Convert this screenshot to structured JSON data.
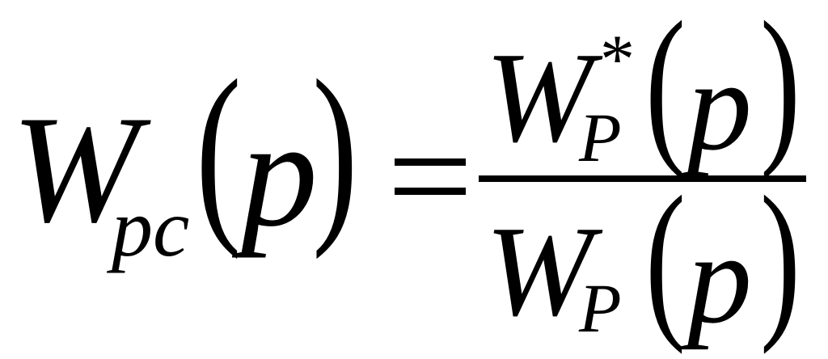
{
  "equation": {
    "lhs": {
      "symbol": "W",
      "subscript": "pc",
      "open_paren": "(",
      "argument": "p",
      "close_paren": ")"
    },
    "equals": "=",
    "rhs": {
      "numerator": {
        "symbol": "W",
        "superscript": "*",
        "subscript": "P",
        "open_paren": "(",
        "argument": "p",
        "close_paren": ")"
      },
      "denominator": {
        "symbol": "W",
        "subscript": "P",
        "open_paren": "(",
        "argument": "p",
        "close_paren": ")"
      }
    }
  }
}
